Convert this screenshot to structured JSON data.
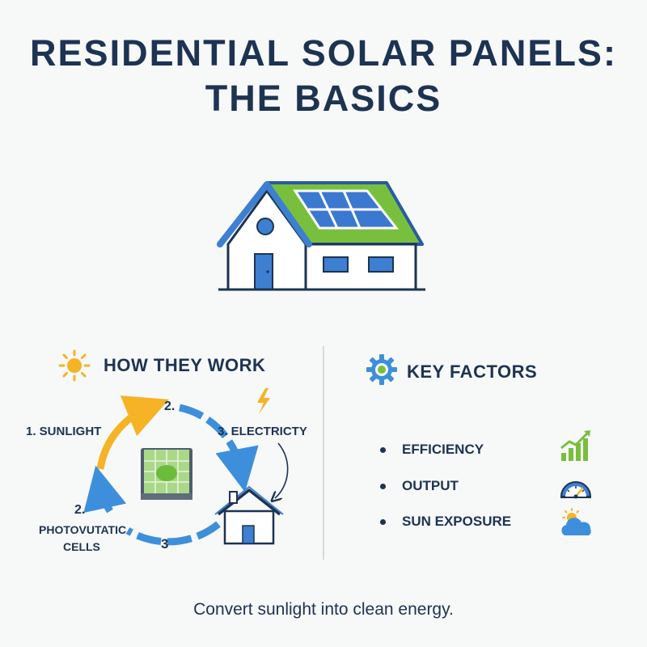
{
  "title": {
    "line1": "RESIDENTIAL SOLAR PANELS:",
    "line2": "THE BASICS"
  },
  "how_they_work": {
    "heading": "HOW THEY WORK",
    "icon": "sun-icon",
    "steps": {
      "sunlight": "1. SUNLIGHT",
      "step2_top": "2.",
      "electricity": "3. ELECTRICTY",
      "step2_cells_num": "2.",
      "step2_cells_line1": "PHOTOVUTATIC",
      "step2_cells_line2": "CELLS",
      "step3": "3"
    }
  },
  "key_factors": {
    "heading": "KEY FACTORS",
    "icon": "gear-icon",
    "items": [
      {
        "label": "EFFICIENCY",
        "icon": "bar-chart-growth-icon"
      },
      {
        "label": "OUTPUT",
        "icon": "gauge-icon"
      },
      {
        "label": "SUN EXPOSURE",
        "icon": "sun-cloud-icon"
      }
    ]
  },
  "footer": "Convert sunlight into clean energy.",
  "colors": {
    "navy": "#1d3352",
    "blue": "#3d7fd1",
    "green": "#79bf3e",
    "orange": "#f5b325",
    "panel": "#3b78d0"
  }
}
